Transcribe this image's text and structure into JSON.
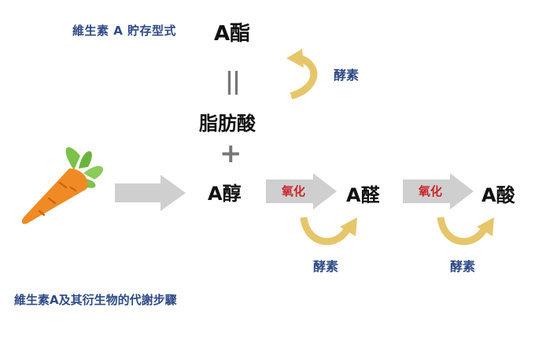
{
  "labels": {
    "storage_form": "維生素 A 貯存型式",
    "retinyl_ester": "A酯",
    "fatty_acid": "脂肪酸",
    "retinol": "A醇",
    "retinal": "A醛",
    "retinoic_acid": "A酸",
    "enzyme_top": "酵素",
    "enzyme_mid": "酵素",
    "enzyme_right": "酵素",
    "oxidation_1": "氧化",
    "oxidation_2": "氧化",
    "caption": "維生素A及其衍生物的代謝步驟"
  },
  "symbols": {
    "equals": "||",
    "plus": "+"
  },
  "colors": {
    "blue_text": "#2e4a86",
    "red_text": "#c8262b",
    "arrow_gray": "#cfcfcf",
    "enzyme_arrow": "#e6c66a",
    "carrot_orange": "#f08a24",
    "carrot_leaf": "#7cc24a"
  },
  "icons": {
    "carrot": "carrot-icon",
    "big_arrow": "gray-arrow-icon",
    "enzyme": "curved-arrow-icon"
  }
}
